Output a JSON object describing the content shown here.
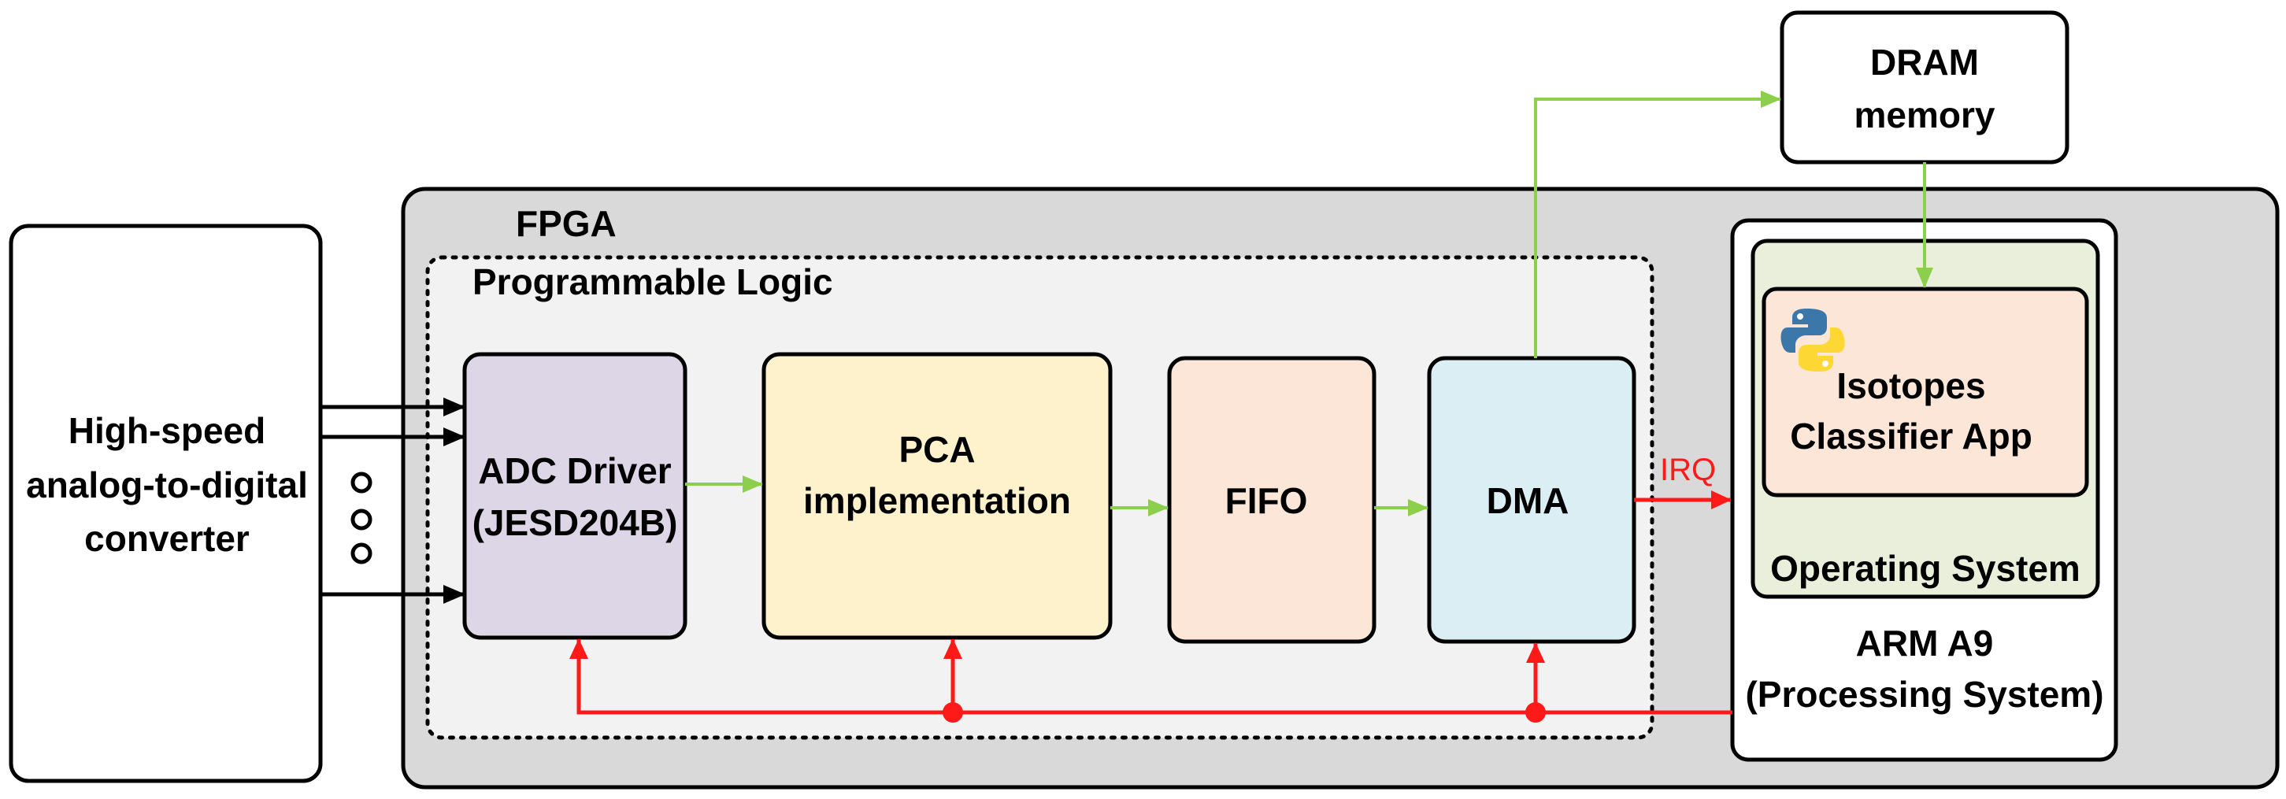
{
  "diagram": {
    "adc": {
      "line1": "High-speed",
      "line2": "analog-to-digital",
      "line3": "converter"
    },
    "fpga": {
      "label": "FPGA"
    },
    "programmable_logic": {
      "label": "Programmable Logic"
    },
    "adc_driver": {
      "line1": "ADC Driver",
      "line2": "(JESD204B)"
    },
    "pca": {
      "line1": "PCA",
      "line2": "implementation"
    },
    "fifo": {
      "label": "FIFO"
    },
    "dma": {
      "label": "DMA"
    },
    "dram": {
      "line1": "DRAM",
      "line2": "memory"
    },
    "arm": {
      "line1": "ARM A9",
      "line2": "(Processing System)"
    },
    "os": {
      "label": "Operating System"
    },
    "app": {
      "line1": "Isotopes",
      "line2": "Classifier App"
    },
    "irq": {
      "label": "IRQ"
    }
  },
  "colors": {
    "fpga_fill": "#d9d9d9",
    "pl_fill": "#f2f2f2",
    "adc_driver_fill": "#ddd6e6",
    "pca_fill": "#fdf2cc",
    "fifo_fill": "#fbe6d8",
    "dma_fill": "#dbeef4",
    "os_fill": "#e9efdb",
    "app_fill": "#fbe6d8",
    "data_arrow": "#8ccf4d",
    "control_arrow": "#ff1a1a"
  }
}
